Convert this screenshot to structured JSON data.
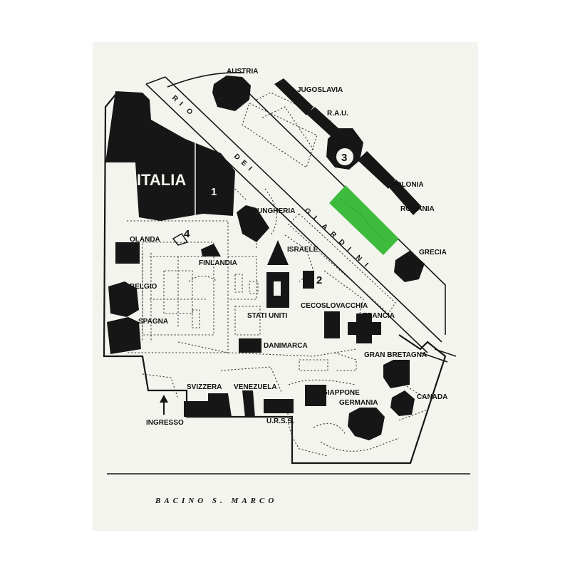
{
  "map": {
    "highlight_color": "#3dbb3d",
    "ink_color": "#161616",
    "paper_color": "#f4f4ee",
    "pavilions": {
      "austria": "AUSTRIA",
      "jugoslavia": "JUGOSLAVIA",
      "rau": "R.A.U.",
      "polonia": "POLONIA",
      "romania": "ROMANIA",
      "grecia": "GRECIA",
      "italia": "ITALIA",
      "ungheria": "UNGHERIA",
      "olanda": "OLANDA",
      "finlandia": "FINLANDIA",
      "israele": "ISRAELE",
      "belgio": "BELGIO",
      "stati_uniti": "STATI UNITI",
      "cecoslovacchia": "CECOSLOVACCHIA",
      "francia": "FRANCIA",
      "spagna": "SPAGNA",
      "danimarca": "DANIMARCA",
      "gran_bretagna": "GRAN BRETAGNA",
      "canada": "CANADA",
      "svizzera": "SVIZZERA",
      "venezuela": "VENEZUELA",
      "giappone": "GIAPPONE",
      "germania": "GERMANIA",
      "urss": "U.R.S.S."
    },
    "entrance": "INGRESSO",
    "numbers": {
      "n1": "1",
      "n2": "2",
      "n3": "3",
      "n4": "4"
    },
    "streets": {
      "rio_dei": [
        "R",
        "I",
        "O",
        "D",
        "E",
        "I"
      ],
      "giardini": [
        "G",
        "I",
        "A",
        "R",
        "D",
        "I",
        "N",
        "I"
      ]
    },
    "water": "BACINO S. MARCO",
    "icons": {
      "entrance_arrow": "arrow-up-icon"
    }
  }
}
